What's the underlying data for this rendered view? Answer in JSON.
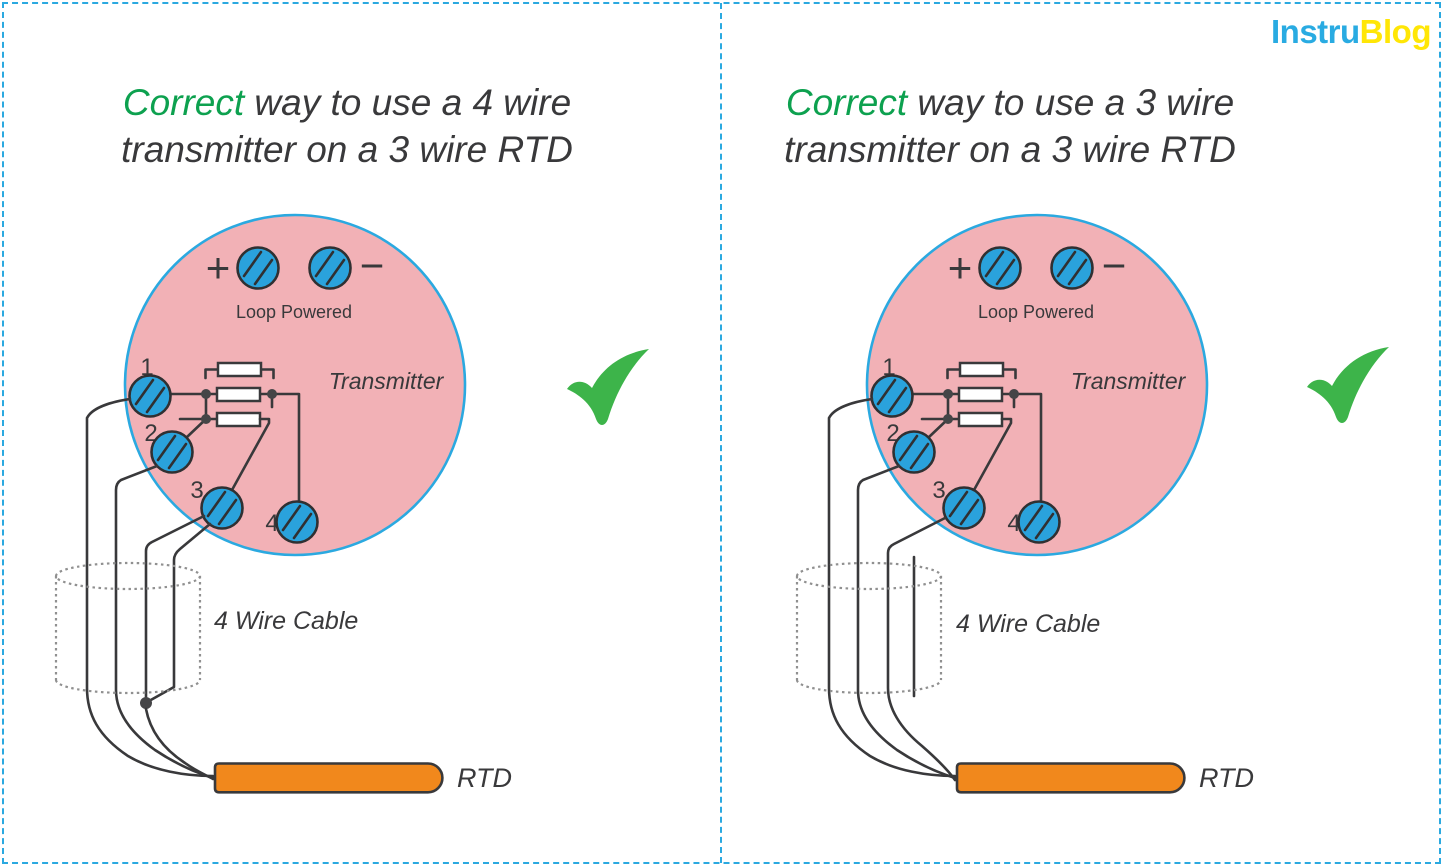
{
  "logo": {
    "part1": "Instru",
    "part2": "Blog"
  },
  "colors": {
    "accent_blue": "#2BA9E0",
    "transmitter_pink": "#F2B1B6",
    "terminal_blue": "#2AA2DC",
    "rtd_orange": "#F1881C",
    "title_green": "#0DA14F",
    "check_green": "#3DB44A",
    "wire_dark": "#39393B",
    "logo_blue": "#29ABE2",
    "logo_yellow": "#FFE606"
  },
  "panels": [
    {
      "title": {
        "highlight": "Correct",
        "line1_rest": " way to use a 4 wire",
        "line2": "transmitter on a 3 wire RTD"
      },
      "transmitter": {
        "plus": "+",
        "minus": "−",
        "loop_label": "Loop Powered",
        "name_label": "Transmitter",
        "terminals": [
          "1",
          "2",
          "3",
          "4"
        ]
      },
      "cable_label": "4 Wire Cable",
      "rtd_label": "RTD",
      "check_icon": "green-checkmark"
    },
    {
      "title": {
        "highlight": "Correct",
        "line1_rest": " way to use a 3 wire",
        "line2": "transmitter on a 3 wire RTD"
      },
      "transmitter": {
        "plus": "+",
        "minus": "−",
        "loop_label": "Loop Powered",
        "name_label": "Transmitter",
        "terminals": [
          "1",
          "2",
          "3",
          "4"
        ]
      },
      "cable_label": "4 Wire Cable",
      "rtd_label": "RTD",
      "check_icon": "green-checkmark"
    }
  ]
}
